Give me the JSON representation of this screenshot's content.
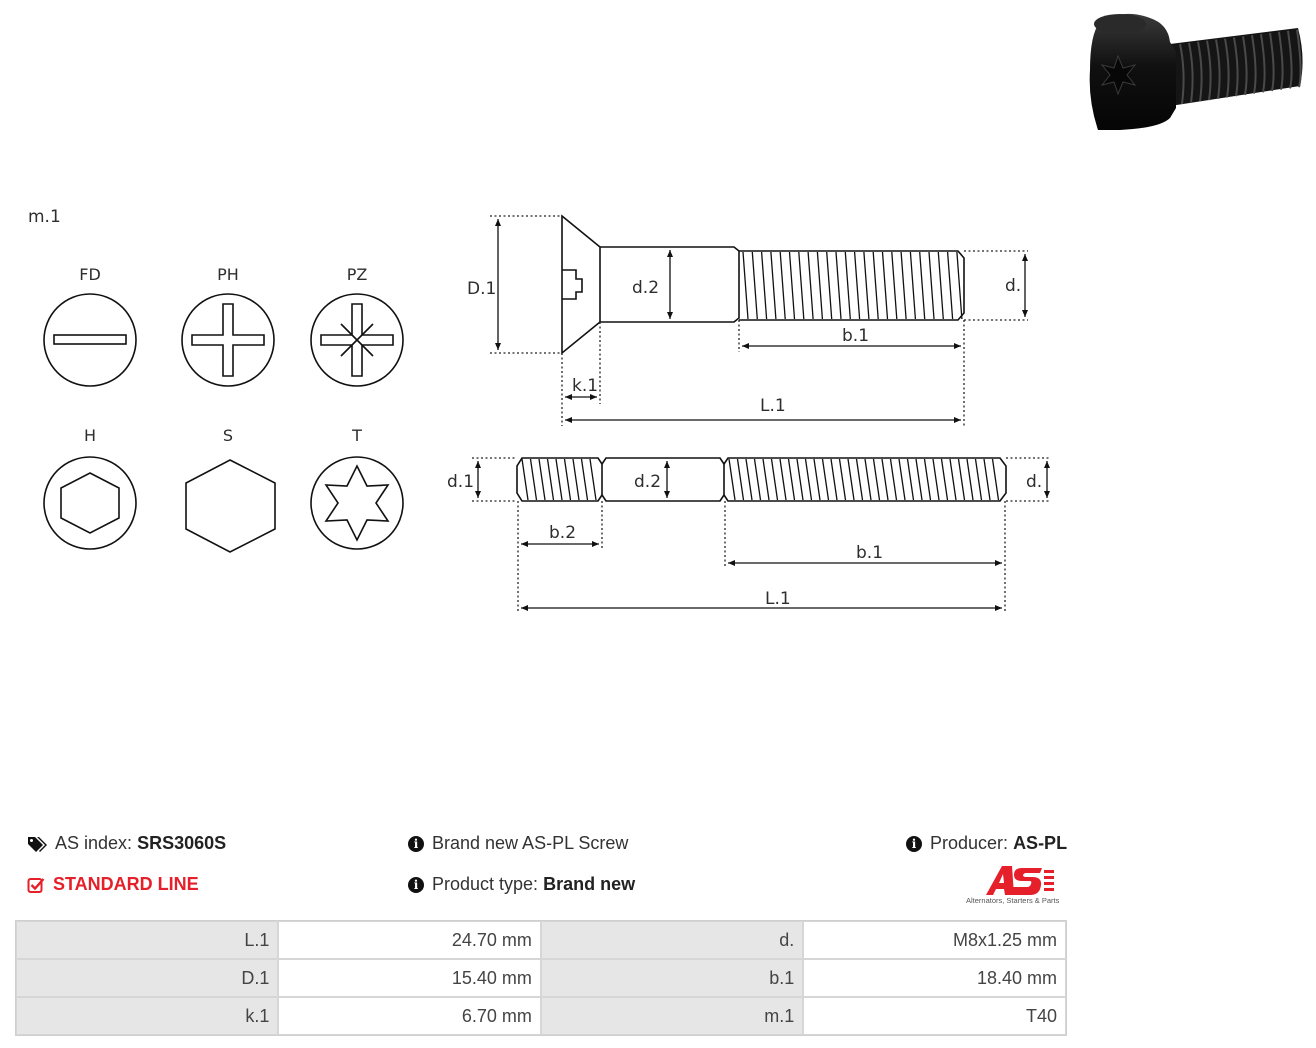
{
  "diagram": {
    "drive_types_label": "m.1",
    "drive_types": [
      {
        "code": "FD",
        "icon": "slotted-drive-icon"
      },
      {
        "code": "PH",
        "icon": "phillips-drive-icon"
      },
      {
        "code": "PZ",
        "icon": "pozidriv-drive-icon"
      },
      {
        "code": "H",
        "icon": "hex-socket-drive-icon"
      },
      {
        "code": "S",
        "icon": "hex-head-icon"
      },
      {
        "code": "T",
        "icon": "torx-drive-icon"
      }
    ],
    "top_screw_labels": {
      "D1": "D.1",
      "d2": "d.2",
      "d": "d.",
      "b1": "b.1",
      "k1": "k.1",
      "L1": "L.1"
    },
    "stud_labels": {
      "d1": "d.1",
      "d2": "d.2",
      "d": "d.",
      "b2": "b.2",
      "b1": "b.1",
      "L1": "L.1"
    }
  },
  "info": {
    "as_index_label": "AS index:",
    "as_index_value": "SRS3060S",
    "standard_line": "STANDARD LINE",
    "description": "Brand new AS-PL Screw",
    "product_type_label": "Product type:",
    "product_type_value": "Brand new",
    "producer_label": "Producer:",
    "producer_value": "AS-PL",
    "logo_tagline": "Alternators, Starters & Parts"
  },
  "specs": [
    {
      "k1": "L.1",
      "v1": "24.70 mm",
      "k2": "d.",
      "v2": "M8x1.25 mm"
    },
    {
      "k1": "D.1",
      "v1": "15.40 mm",
      "k2": "b.1",
      "v2": "18.40   mm"
    },
    {
      "k1": "k.1",
      "v1": "6.70 mm",
      "k2": "m.1",
      "v2": "T40"
    }
  ],
  "colors": {
    "accent_red": "#e5202a",
    "table_key_bg": "#e6e6e6"
  }
}
